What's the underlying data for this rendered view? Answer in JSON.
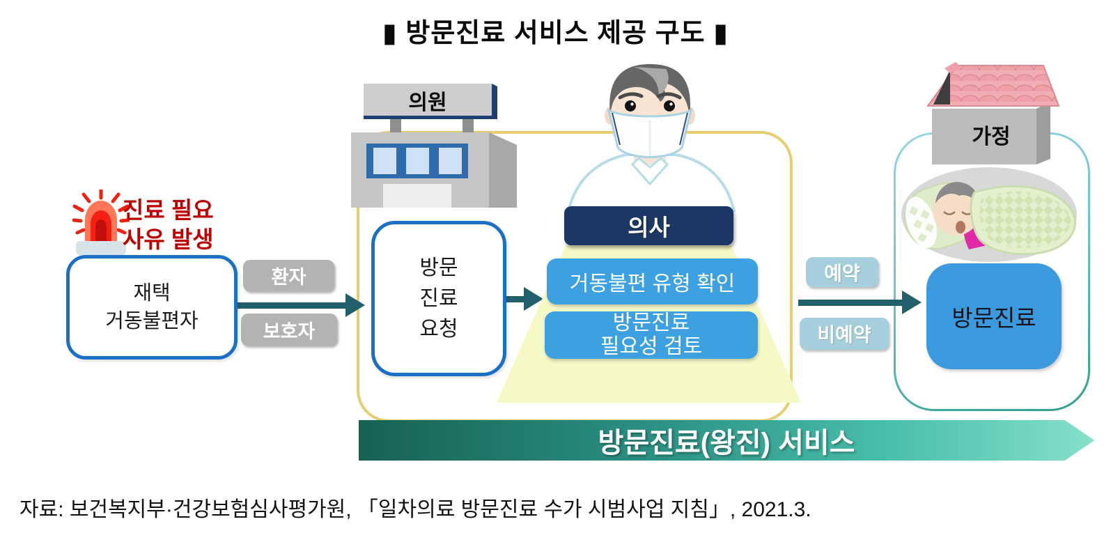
{
  "title": "▮ 방문진료 서비스 제공 구도 ▮",
  "trigger": {
    "line1": "진료 필요",
    "line2": "사유 발생"
  },
  "patient_box": {
    "line1": "재택",
    "line2": "거동불편자"
  },
  "request_arrow": {
    "top_label": "환자",
    "bottom_label": "보호자"
  },
  "clinic": {
    "sign": "의원"
  },
  "request_box": {
    "line1": "방문",
    "line2": "진료",
    "line3": "요청"
  },
  "doctor": {
    "label": "의사",
    "task1": "거동불편 유형 확인",
    "task2_line1": "방문진료",
    "task2_line2": "필요성 검토"
  },
  "booking_arrow": {
    "top_label": "예약",
    "bottom_label": "비예약"
  },
  "home": {
    "sign": "가정",
    "visit_label": "방문진료"
  },
  "banner": {
    "label": "방문진료(왕진) 서비스"
  },
  "source": "자료: 보건복지부·건강보험심사평가원, 「일차의료 방문진료 수가 시범사업 지침」, 2021.3.",
  "colors": {
    "arrow_teal": "#215f6b",
    "yellow_border": "#e7cd6d",
    "blue_border": "#1a6fc6",
    "task_blue": "#3da0e0",
    "visit_blue": "#3b99dd",
    "navy": "#1b3763",
    "gray_pill": "#b3b3b3",
    "lightblue_pill": "#a6cfdd",
    "red_text": "#bf0000",
    "beam_yellow": "#f6f8c5",
    "banner_dark": "#166253",
    "banner_light": "#86dfcb"
  }
}
